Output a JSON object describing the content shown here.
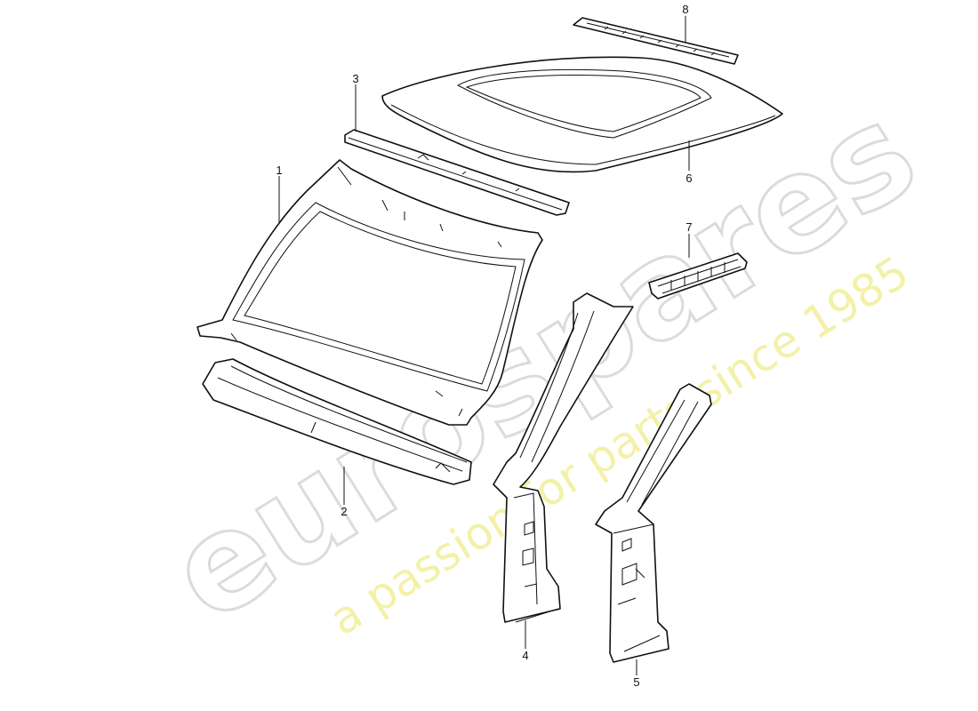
{
  "watermark": {
    "brand": "eurospares",
    "tagline": "a passion for parts since 1985"
  },
  "callouts": [
    {
      "id": "1",
      "label": "1"
    },
    {
      "id": "2",
      "label": "2"
    },
    {
      "id": "3",
      "label": "3"
    },
    {
      "id": "4",
      "label": "4"
    },
    {
      "id": "5",
      "label": "5"
    },
    {
      "id": "6",
      "label": "6"
    },
    {
      "id": "7",
      "label": "7"
    },
    {
      "id": "8",
      "label": "8"
    }
  ]
}
